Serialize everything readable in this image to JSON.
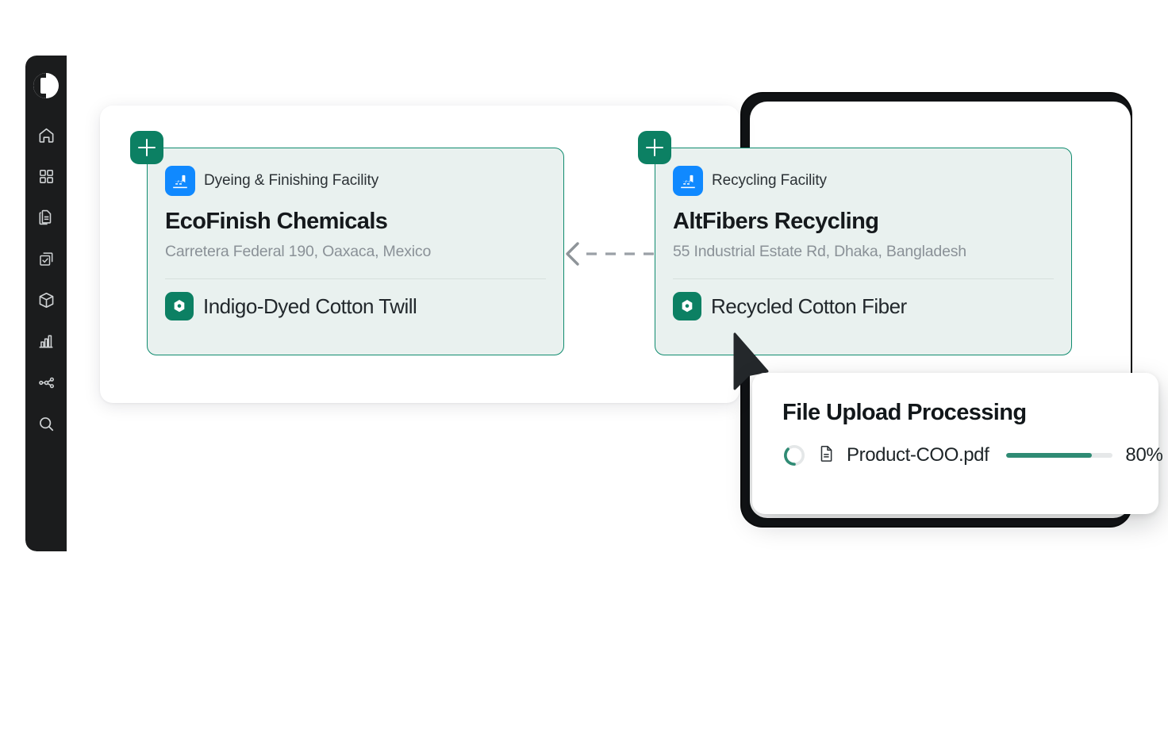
{
  "sidebar": {
    "logo_name": "app-logo",
    "items": [
      {
        "icon": "home-icon",
        "name": "home"
      },
      {
        "icon": "grid-icon",
        "name": "dashboard"
      },
      {
        "icon": "documents-icon",
        "name": "documents"
      },
      {
        "icon": "task-check-icon",
        "name": "tasks"
      },
      {
        "icon": "box-icon",
        "name": "products"
      },
      {
        "icon": "bar-chart-icon",
        "name": "analytics"
      },
      {
        "icon": "network-graph-icon",
        "name": "supply-chain"
      },
      {
        "icon": "search-icon",
        "name": "search"
      }
    ]
  },
  "graph": {
    "nodes": [
      {
        "add_label": "+",
        "type_label": "Dyeing & Finishing Facility",
        "type_icon": "factory-icon",
        "title": "EcoFinish Chemicals",
        "address": "Carretera Federal 190, Oaxaca, Mexico",
        "product_icon": "product-icon",
        "product": "Indigo-Dyed Cotton Twill"
      },
      {
        "add_label": "+",
        "type_label": "Recycling Facility",
        "type_icon": "factory-icon",
        "title": "AltFibers Recycling",
        "address": "55 Industrial Estate Rd, Dhaka, Bangladesh",
        "product_icon": "product-icon",
        "product": "Recycled Cotton Fiber"
      }
    ],
    "connector": {
      "style": "dashed",
      "direction": "right-to-left",
      "color": "#9aa0a6"
    }
  },
  "upload_popup": {
    "title": "File Upload Processing",
    "spinner_icon": "loading-spinner-icon",
    "file_icon": "document-file-icon",
    "file_name": "Product-COO.pdf",
    "progress_percent": 80,
    "progress_label": "80%"
  },
  "cursor": {
    "icon": "mouse-pointer-icon"
  },
  "colors": {
    "accent_green": "#0c8063",
    "node_border": "#0f8b6e",
    "node_bg": "#e9f1ef",
    "facility_blue": "#1089ff",
    "sidebar_bg": "#1b1c1d",
    "progress_fill": "#2f8b74",
    "muted_text": "#8a9197"
  }
}
